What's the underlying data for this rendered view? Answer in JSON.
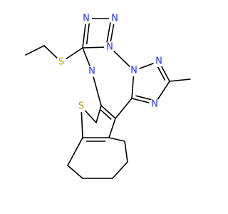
{
  "molecule": {
    "atoms": [
      {
        "id": "S1",
        "label": "S",
        "kind": "S"
      },
      {
        "id": "S2",
        "label": "S",
        "kind": "S"
      },
      {
        "id": "N1",
        "label": "N",
        "kind": "N"
      },
      {
        "id": "N2",
        "label": "N",
        "kind": "N"
      },
      {
        "id": "N3",
        "label": "N",
        "kind": "N"
      },
      {
        "id": "N4",
        "label": "N",
        "kind": "N"
      },
      {
        "id": "N5",
        "label": "N",
        "kind": "N"
      },
      {
        "id": "N6",
        "label": "N",
        "kind": "N"
      },
      {
        "id": "N7",
        "label": "N",
        "kind": "N"
      }
    ]
  },
  "colors": {
    "bond": "#000000",
    "nitrogen": "#2233ff",
    "sulfur": "#b8a000",
    "background": "#ffffff"
  }
}
